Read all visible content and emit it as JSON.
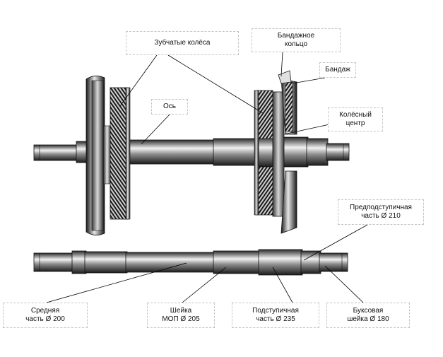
{
  "labels": {
    "gears": "Зубчатые колёса",
    "tire_ring_1": "Бандажное",
    "tire_ring_2": "кольцо",
    "tire": "Бандаж",
    "axle": "Ось",
    "wheel_center_1": "Колёсный",
    "wheel_center_2": "центр",
    "pre_hub_1": "Предподступичная",
    "pre_hub_2": "часть Ø 210",
    "middle_1": "Средняя",
    "middle_2": "часть Ø 200",
    "mop_1": "Шейка",
    "mop_2": "МОП Ø 205",
    "hub_1": "Подступичная",
    "hub_2": "часть Ø 235",
    "journal_1": "Буксовая",
    "journal_2": "шейка Ø 180"
  },
  "colors": {
    "metal_dark": "#2a2a2a",
    "metal_light": "#f2f2f2",
    "outline": "#111111",
    "leader": "#000000",
    "label_border": "#c4c4c4"
  }
}
